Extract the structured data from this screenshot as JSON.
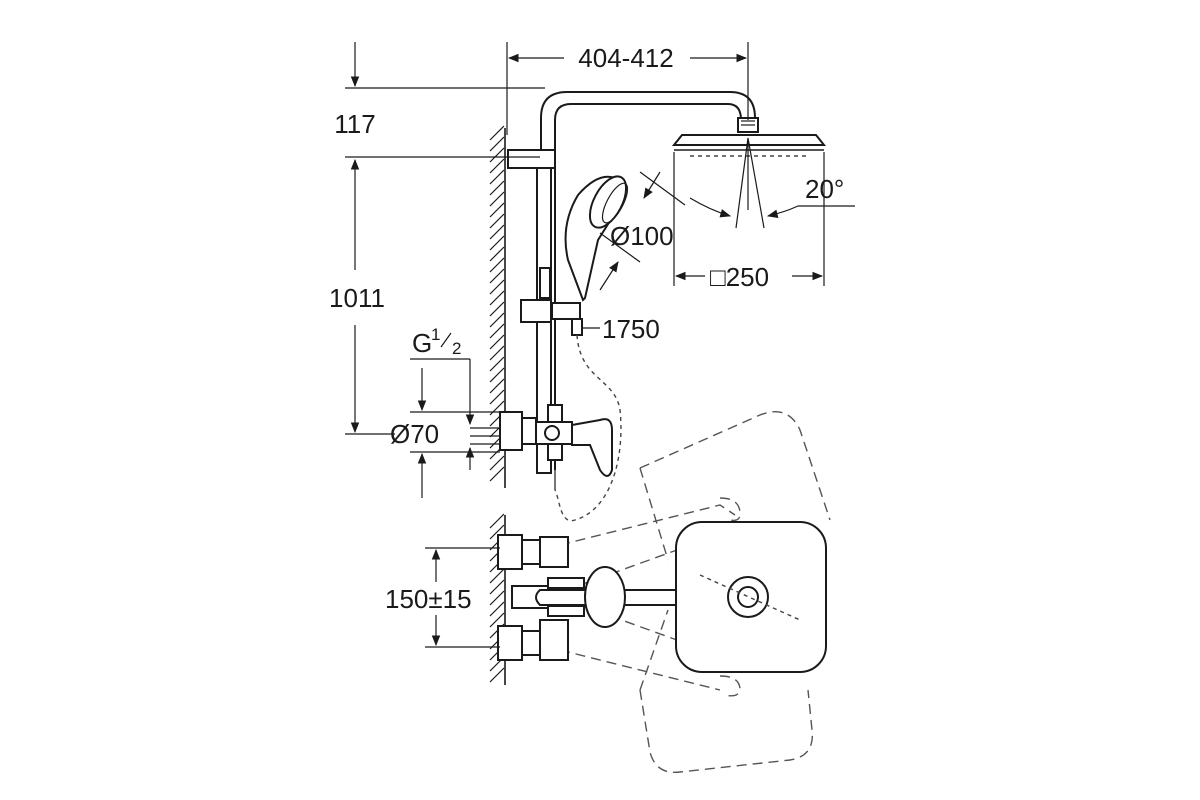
{
  "dimensions": {
    "arm_length": "404-412",
    "top_offset": "117",
    "rail_height": "1011",
    "thread": "G",
    "thread_numerator": "1",
    "thread_denominator": "2",
    "escutcheon_diameter": "Ø70",
    "hand_shower_diameter": "Ø100",
    "head_size": "□250",
    "spray_angle": "20°",
    "hose_length": "1750",
    "centers": "150±15"
  }
}
